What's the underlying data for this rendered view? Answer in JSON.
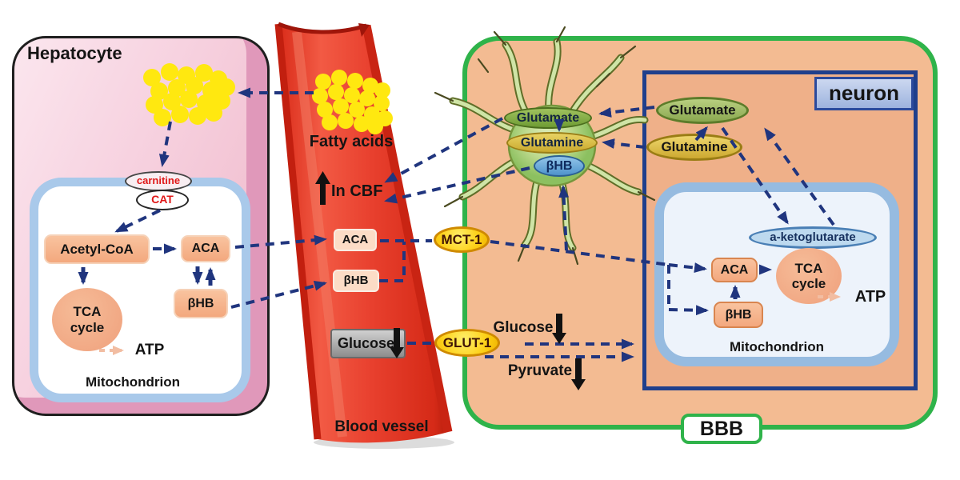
{
  "hepatocyte": {
    "title": "Hepatocyte",
    "carnitine": "carnitine",
    "cat": "CAT",
    "acetyl_coa": "Acetyl-CoA",
    "aca": "ACA",
    "bhb": "βHB",
    "tca": "TCA\ncycle",
    "atp": "ATP",
    "mitochondrion": "Mitochondrion"
  },
  "blood_vessel": {
    "fatty_acids": "Fatty acids",
    "in_cbf": "In CBF",
    "aca": "ACA",
    "bhb": "βHB",
    "glucose": "Glucose",
    "label": "Blood vessel"
  },
  "transporters": {
    "mct1": "MCT-1",
    "glut1": "GLUT-1"
  },
  "bbb": {
    "label": "BBB",
    "glucose_label": "Glucose",
    "pyruvate_label": "Pyruvate",
    "astrocyte": {
      "glutamate": "Glutamate",
      "glutamine": "Glutamine",
      "bhb": "βHB"
    }
  },
  "neuron": {
    "label": "neuron",
    "glutamate": "Glutamate",
    "glutamine": "Glutamine",
    "a_ketoglutarate": "a-ketoglutarate",
    "aca": "ACA",
    "bhb": "βHB",
    "tca": "TCA\ncycle",
    "atp": "ATP",
    "mitochondrion": "Mitochondrion"
  },
  "colors": {
    "arrow_navy": "#20357e",
    "bbb_green": "#2fb34a",
    "vessel_red": "#e8402e",
    "hepatocyte_pink": "#f2c3d3",
    "bbb_tan": "#f3bb92",
    "transporter_yellow": "#fdd017",
    "metabolite_salmon": "#f3a87e",
    "fatty_acid_yellow": "#ffe810",
    "carnitine_red": "#e01818"
  }
}
